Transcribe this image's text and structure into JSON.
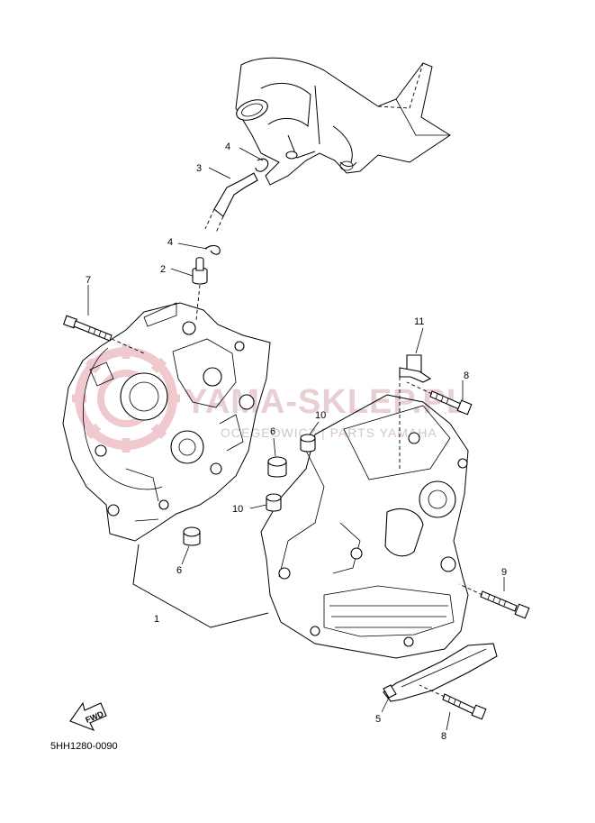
{
  "watermark": {
    "brand": "YAMA-SKLEP.PL",
    "tagline": "OCEGEOWICZ | PARTS YAMAHA",
    "brand_color": "#e8cfd3"
  },
  "diagram_code": "5HH1280-0090",
  "fwd_label": "FWD",
  "callouts": {
    "c1": "1",
    "c2": "2",
    "c3": "3",
    "c4a": "4",
    "c4b": "4",
    "c5": "5",
    "c6a": "6",
    "c6b": "6",
    "c7": "7",
    "c8a": "8",
    "c8b": "8",
    "c9": "9",
    "c10a": "10",
    "c10b": "10",
    "c11": "11"
  },
  "icons": {
    "watermark_logo": "gear-logo-icon",
    "forward_arrow": "fwd-arrow-icon"
  }
}
